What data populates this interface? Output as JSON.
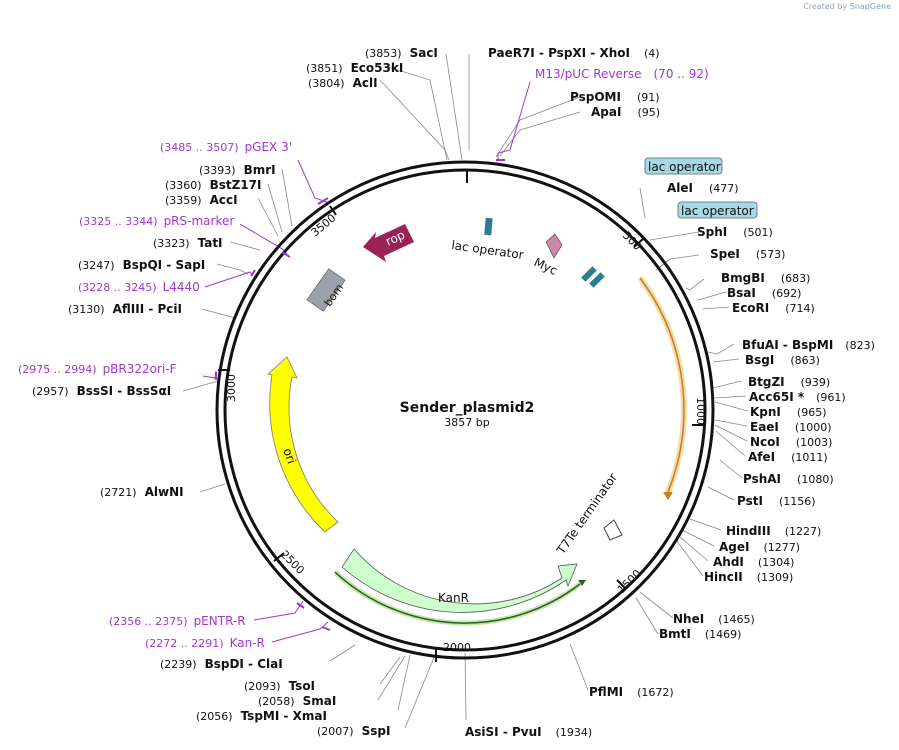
{
  "credit": {
    "prefix": "Created by",
    "brand": "SnapGene"
  },
  "plasmid": {
    "name": "Sender_plasmid2",
    "size_label": "3857 bp",
    "length": 3857
  },
  "ticks": [
    "500",
    "1000",
    "1500",
    "2000",
    "2500",
    "3000",
    "3500"
  ],
  "enzymes": [
    {
      "name": "SacI",
      "pos": "(3853)",
      "bp": 3853
    },
    {
      "name": "Eco53kI",
      "pos": "(3851)",
      "bp": 3851
    },
    {
      "name": "AclI",
      "pos": "(3804)",
      "bp": 3804
    },
    {
      "name": "PaeR7I  -  PspXI  -  XhoI",
      "pos": "(4)",
      "bp": 4
    },
    {
      "name": "PspOMI",
      "pos": "(91)",
      "bp": 91
    },
    {
      "name": "ApaI",
      "pos": "(95)",
      "bp": 95
    },
    {
      "name": "AleI",
      "pos": "(477)",
      "bp": 477
    },
    {
      "name": "SphI",
      "pos": "(501)",
      "bp": 501
    },
    {
      "name": "SpeI",
      "pos": "(573)",
      "bp": 573
    },
    {
      "name": "BmgBI",
      "pos": "(683)",
      "bp": 683
    },
    {
      "name": "BsaI",
      "pos": "(692)",
      "bp": 692
    },
    {
      "name": "EcoRI",
      "pos": "(714)",
      "bp": 714
    },
    {
      "name": "BfuAI  -  BspMI",
      "pos": "(823)",
      "bp": 823
    },
    {
      "name": "BsgI",
      "pos": "(863)",
      "bp": 863
    },
    {
      "name": "BtgZI",
      "pos": "(939)",
      "bp": 939
    },
    {
      "name": "Acc65I *",
      "pos": "(961)",
      "bp": 961
    },
    {
      "name": "KpnI",
      "pos": "(965)",
      "bp": 965
    },
    {
      "name": "EaeI",
      "pos": "(1000)",
      "bp": 1000
    },
    {
      "name": "NcoI",
      "pos": "(1003)",
      "bp": 1003
    },
    {
      "name": "AfeI",
      "pos": "(1011)",
      "bp": 1011
    },
    {
      "name": "PshAI",
      "pos": "(1080)",
      "bp": 1080
    },
    {
      "name": "PstI",
      "pos": "(1156)",
      "bp": 1156
    },
    {
      "name": "HindIII",
      "pos": "(1227)",
      "bp": 1227
    },
    {
      "name": "AgeI",
      "pos": "(1277)",
      "bp": 1277
    },
    {
      "name": "AhdI",
      "pos": "(1304)",
      "bp": 1304
    },
    {
      "name": "HincII",
      "pos": "(1309)",
      "bp": 1309
    },
    {
      "name": "NheI",
      "pos": "(1465)",
      "bp": 1465
    },
    {
      "name": "BmtI",
      "pos": "(1469)",
      "bp": 1469
    },
    {
      "name": "PflMI",
      "pos": "(1672)",
      "bp": 1672
    },
    {
      "name": "AsiSI  -  PvuI",
      "pos": "(1934)",
      "bp": 1934
    },
    {
      "name": "SspI",
      "pos": "(2007)",
      "bp": 2007
    },
    {
      "name": "TspMI  -  XmaI",
      "pos": "(2056)",
      "bp": 2056
    },
    {
      "name": "SmaI",
      "pos": "(2058)",
      "bp": 2058
    },
    {
      "name": "TsoI",
      "pos": "(2093)",
      "bp": 2093
    },
    {
      "name": "BspDI  -  ClaI",
      "pos": "(2239)",
      "bp": 2239
    },
    {
      "name": "AlwNI",
      "pos": "(2721)",
      "bp": 2721
    },
    {
      "name": "BssSI  -  BssSαI",
      "pos": "(2957)",
      "bp": 2957
    },
    {
      "name": "AflIII  -  PciI",
      "pos": "(3130)",
      "bp": 3130
    },
    {
      "name": "BspQI  -  SapI",
      "pos": "(3247)",
      "bp": 3247
    },
    {
      "name": "TatI",
      "pos": "(3323)",
      "bp": 3323
    },
    {
      "name": "AccI",
      "pos": "(3359)",
      "bp": 3359
    },
    {
      "name": "BstZ17I",
      "pos": "(3360)",
      "bp": 3360
    },
    {
      "name": "BmrI",
      "pos": "(3393)",
      "bp": 3393
    }
  ],
  "primers": [
    {
      "name": "M13/pUC Reverse",
      "range": "(70 .. 92)",
      "start": 70,
      "end": 92
    },
    {
      "name": "pGEX 3'",
      "range": "(3485 .. 3507)",
      "start": 3485,
      "end": 3507
    },
    {
      "name": "pRS-marker",
      "range": "(3325 .. 3344)",
      "start": 3325,
      "end": 3344
    },
    {
      "name": "L4440",
      "range": "(3228 .. 3245)",
      "start": 3228,
      "end": 3245
    },
    {
      "name": "pBR322ori-F",
      "range": "(2975 .. 2994)",
      "start": 2975,
      "end": 2994
    },
    {
      "name": "pENTR-R",
      "range": "(2356 .. 2375)",
      "start": 2356,
      "end": 2375
    },
    {
      "name": "Kan-R",
      "range": "(2272 .. 2291)",
      "start": 2272,
      "end": 2291
    }
  ],
  "features": [
    {
      "name": "lac operator",
      "kind": "boxed-label"
    },
    {
      "name": "lac operator",
      "kind": "boxed-label"
    },
    {
      "name": "lac operator",
      "kind": "inner-label"
    },
    {
      "name": "Myc",
      "kind": "inner-label"
    },
    {
      "name": "rop",
      "kind": "arrow"
    },
    {
      "name": "bom",
      "kind": "box"
    },
    {
      "name": "ori",
      "kind": "arrow"
    },
    {
      "name": "KanR",
      "kind": "arrow"
    },
    {
      "name": "T7Te terminator",
      "kind": "inner-label"
    }
  ],
  "colors": {
    "backbone": "#111111",
    "primer": "#a136cf",
    "rop": "#9b2257",
    "bom": "#9aa3ab",
    "ori": "#ffff00",
    "kanr": "#ccffcc",
    "lac_box": "#a8d8e4",
    "operator_mark": "#2d7c93",
    "myc": "#c98aa8",
    "orf_arc": "#e3a03a"
  }
}
